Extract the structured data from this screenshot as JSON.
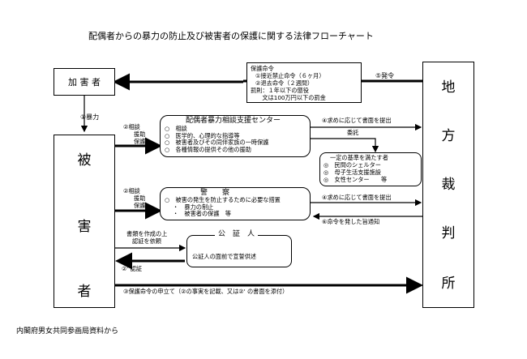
{
  "title": "配偶者からの暴力の防止及び被害者の保護に関する法律フローチャート",
  "source": "内閣府男女共同参画局資料から",
  "perpetrator": {
    "label": "加 害 者"
  },
  "victim": {
    "chars": [
      "被",
      "害",
      "者"
    ]
  },
  "court": {
    "chars": [
      "地",
      "方",
      "裁",
      "判",
      "所"
    ]
  },
  "protection_order": {
    "lines": [
      "保護命令",
      "①接近禁止命令（６ヶ月）",
      "②退去命令（２週間）",
      "罰則：１年以下の懲役",
      "　　文は100万円以下の罰金"
    ],
    "issue_label": "⑤発令"
  },
  "violence_label": "①暴力",
  "support_center": {
    "title": "配偶者暴力相談支援センター",
    "items": [
      "相談",
      "医学的、心理的な指導等",
      "被害者及びその同伴家族の一時保護",
      "各種情報の提供その他の援助"
    ],
    "left_labels": [
      "②相談",
      "援助",
      "保護"
    ],
    "request_label": "④求めに応じて書面を提出",
    "entrust_label": "委託"
  },
  "shelter": {
    "title": "一定の基準を満たす者",
    "items": [
      "民間のシェルター",
      "母子生活支援施設",
      "女性センター　　等"
    ]
  },
  "police": {
    "title": "警　　察",
    "items": [
      "被害の発生を防止するために必要な措置",
      "・　暴力の制止",
      "・　被害者の保護　等"
    ],
    "left_labels": [
      "②相談",
      "援助",
      "保護"
    ],
    "request_label": "④求めに応じて書面を提出",
    "notify_label": "⑥命令を発した旨通知"
  },
  "notary": {
    "title": "公　証　人",
    "body": "公証人の面前で宣誓供述",
    "request_label_1": "書類を作成の上",
    "request_label_2": "認証を依頼",
    "cert_label": "②' 認証"
  },
  "petition_label": "③保護命令の申立て（②の事実を記載、又は②' の書面を添付）"
}
